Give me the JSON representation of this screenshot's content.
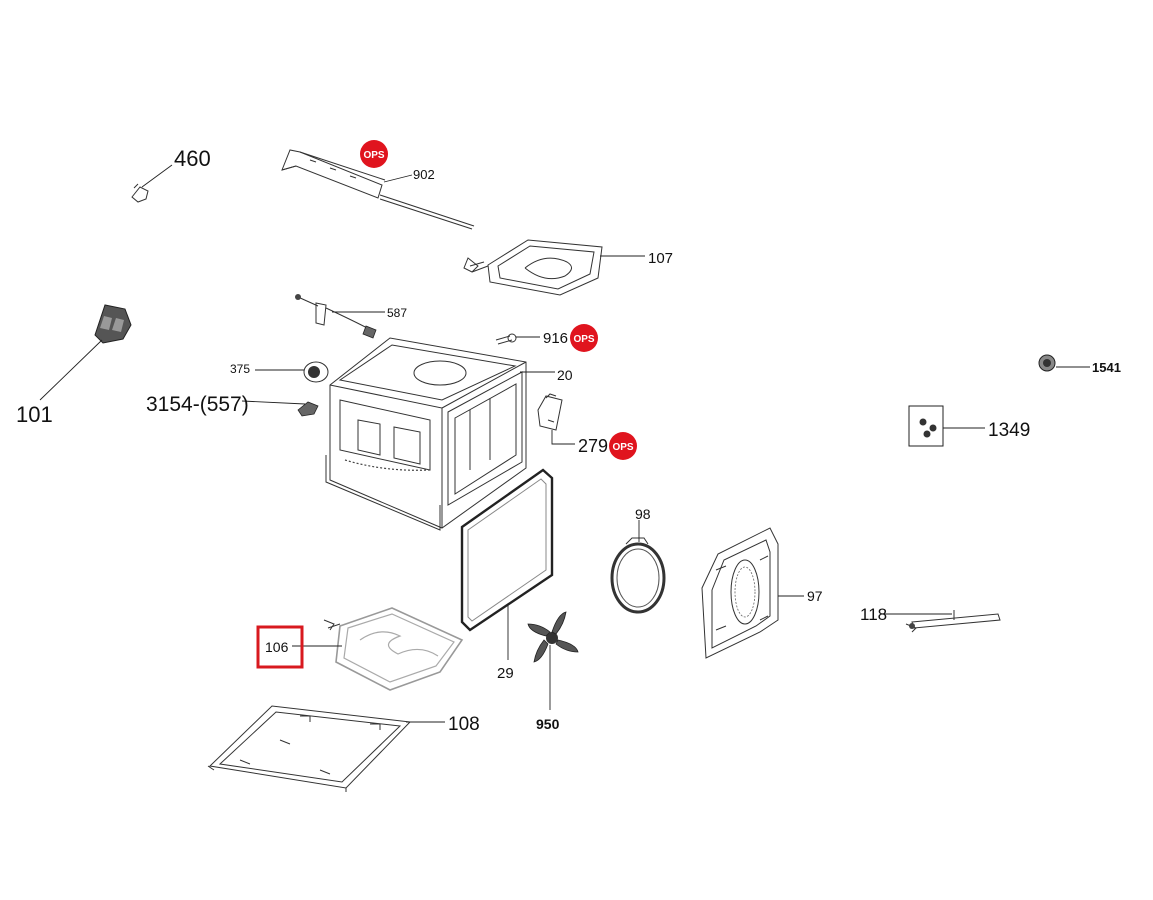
{
  "ops_badge": {
    "label": "OPS",
    "color": "#e0141e"
  },
  "highlight": {
    "part": "106",
    "color": "#d8191f"
  },
  "parts": {
    "p460": "460",
    "p902": "902",
    "p107": "107",
    "p101": "101",
    "p587": "587",
    "p916": "916",
    "p375": "375",
    "p20": "20",
    "p3154": "3154-(557)",
    "p279": "279",
    "p1541": "1541",
    "p1349": "1349",
    "p98": "98",
    "p97": "97",
    "p118": "118",
    "p106": "106",
    "p29": "29",
    "p108": "108",
    "p950": "950"
  }
}
